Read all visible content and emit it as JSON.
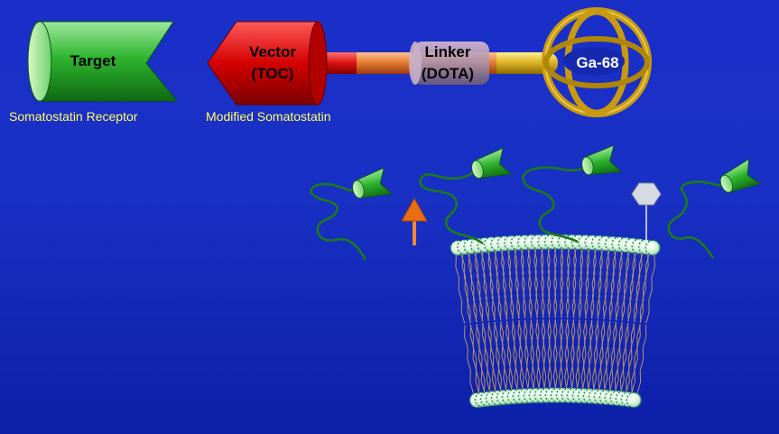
{
  "top_row": {
    "target_label": "Target",
    "vector_line1": "Vector",
    "vector_line2": "(TOC)",
    "linker_line1": "Linker",
    "linker_line2": "(DOTA)",
    "isotope_label": "Ga-68"
  },
  "captions": {
    "target_caption": "Somatostatin Receptor",
    "vector_caption": "Modified Somatostatin"
  },
  "colors": {
    "background": "#1a2fc8",
    "target_green": "#2fb52f",
    "vector_red": "#d40000",
    "linker_orange": "#e07830",
    "gold_ring": "#c89a10",
    "caption_yellow": "#ffff66",
    "membrane_bead": "#d8f0d8",
    "lipid_tail": "#b89068",
    "marker_orange": "#e86e14",
    "marker_gray": "#cfd4dc"
  },
  "icons": {
    "receptor": "receptor-icon",
    "membrane": "lipid-bilayer-icon",
    "orange_marker": "orange-triangle-icon",
    "gray_marker": "gray-hexagon-icon"
  }
}
